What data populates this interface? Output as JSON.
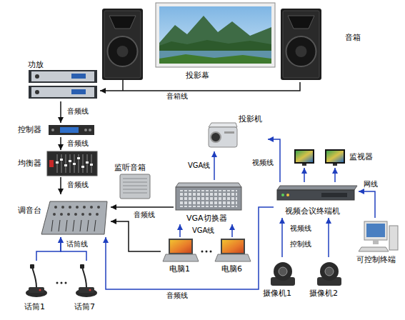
{
  "diagram": {
    "nodes": [
      {
        "text": [
          "投影幕"
        ]
      },
      {
        "text": [
          "音箱"
        ]
      },
      {
        "text": [
          "功放"
        ]
      },
      {
        "text": [
          "控制器"
        ]
      },
      {
        "text": [
          "均衡器"
        ]
      },
      {
        "text": [
          "投影机"
        ]
      },
      {
        "text": [
          "监视器"
        ]
      },
      {
        "text": [
          "监听音箱"
        ]
      },
      {
        "text": [
          "调音台"
        ]
      },
      {
        "text": [
          "VGA切换器"
        ]
      },
      {
        "text": [
          "视频会议终端机"
        ]
      },
      {
        "text": [
          "可控制终端"
        ]
      },
      {
        "text": [
          "电脑1"
        ]
      },
      {
        "text": [
          "电脑6"
        ]
      },
      {
        "text": [
          "摄像机1"
        ]
      },
      {
        "text": [
          "摄像机2"
        ]
      },
      {
        "text": [
          "话筒1"
        ]
      },
      {
        "text": [
          "话筒7"
        ]
      }
    ],
    "edges": [
      {
        "from": 1,
        "to": 2,
        "label": "音箱线",
        "arrow": "to"
      },
      {
        "from": 2,
        "to": 3,
        "label": "音频线",
        "arrow": "to"
      },
      {
        "from": 3,
        "to": 4,
        "label": "音频线",
        "arrow": "to"
      },
      {
        "from": 4,
        "to": 8,
        "label": "音频线",
        "arrow": "to"
      },
      {
        "from": 9,
        "to": 8,
        "arrow": "to"
      },
      {
        "from": 12,
        "to": 8,
        "label": "音频线",
        "arrow": "to"
      },
      {
        "from": 16,
        "to": 8,
        "label": "话筒线",
        "arrow": "to"
      },
      {
        "from": 17,
        "to": 8,
        "arrow": "to"
      },
      {
        "from": 10,
        "to": 8,
        "label": "音频线",
        "arrow": "to"
      },
      {
        "from": 12,
        "to": 9,
        "label": "VGA线",
        "arrow": "to"
      },
      {
        "from": 13,
        "to": 9,
        "arrow": "to"
      },
      {
        "from": 9,
        "to": 5,
        "label": "VGA线",
        "arrow": "to"
      },
      {
        "from": 10,
        "to": 5,
        "label": "视频线",
        "arrow": "to"
      },
      {
        "from": 10,
        "to": 6,
        "arrow": "to"
      },
      {
        "from": 10,
        "to": 6,
        "arrow": "to"
      },
      {
        "from": 11,
        "to": 10,
        "label": "网线",
        "arrow": "to"
      },
      {
        "from": 14,
        "to": 10,
        "label": "视频线",
        "arrow": "to"
      },
      {
        "from": 15,
        "to": 10,
        "label": "控制线",
        "arrow": "to"
      }
    ]
  }
}
